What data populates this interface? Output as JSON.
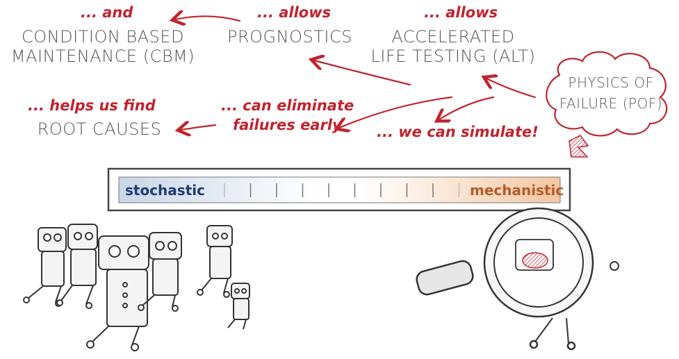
{
  "annotations": {
    "and": "... and",
    "allows_prognostics": "... allows",
    "allows_alt": "... allows",
    "helps_root": "... helps us find",
    "eliminate": "... can eliminate",
    "eliminate_line2": "failures early",
    "simulate": "... we can simulate!"
  },
  "concepts": {
    "cbm_line1": "CONDITION BASED",
    "cbm_line2": "MAINTENANCE (CBM)",
    "prognostics": "PROGNOSTICS",
    "alt_line1": "ACCELERATED",
    "alt_line2": "LIFE TESTING (ALT)",
    "root_causes": "ROOT CAUSES",
    "pof_line1": "PHYSICS OF",
    "pof_line2": "FAILURE (POF)"
  },
  "scale": {
    "left_label": "stochastic",
    "right_label": "mechanistic",
    "left_color": "#1f3c73",
    "right_color": "#b25d2a",
    "tick_count": 10
  },
  "colors": {
    "annotation": "#c0232e",
    "concept_text": "#555555",
    "outline": "#333333"
  },
  "icons": {
    "robot_group": "robot-crowd-icon",
    "magnifier": "magnifying-glass-robot-icon"
  }
}
